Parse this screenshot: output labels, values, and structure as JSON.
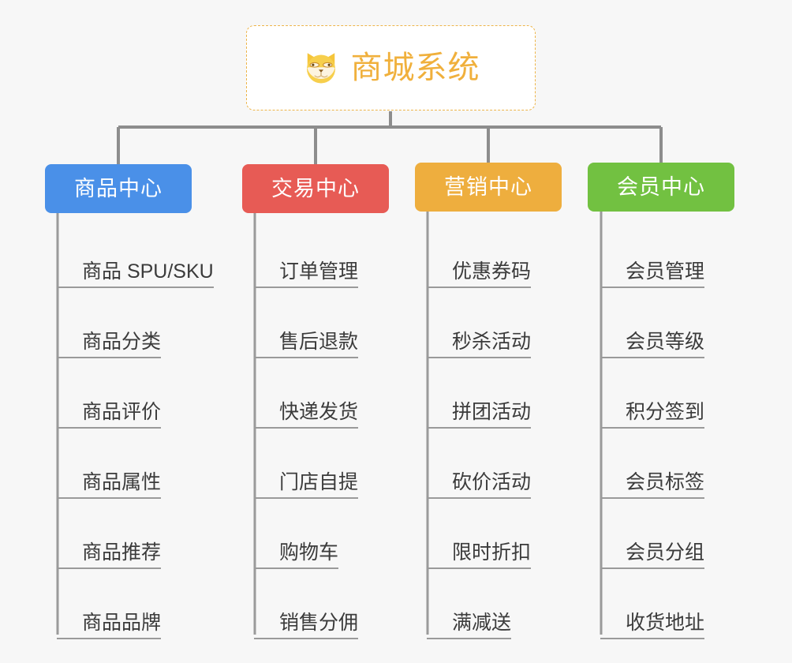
{
  "page": {
    "background_color": "#f7f7f7",
    "type": "mind-map",
    "orientation": "top-down"
  },
  "root": {
    "title": "商城系统",
    "icon": "shiba-dog-icon",
    "text_color": "#f0b03c",
    "border_color": "#edb54a",
    "background_color": "#ffffff"
  },
  "connector_color": "#8d8d8d",
  "branches": [
    {
      "label": "商品中心",
      "color": "#4a90e8",
      "leaves": [
        "商品 SPU/SKU",
        "商品分类",
        "商品评价",
        "商品属性",
        "商品推荐",
        "商品品牌"
      ]
    },
    {
      "label": "交易中心",
      "color": "#e75b55",
      "leaves": [
        "订单管理",
        "售后退款",
        "快递发货",
        "门店自提",
        "购物车",
        "销售分佣"
      ]
    },
    {
      "label": "营销中心",
      "color": "#eeae3e",
      "leaves": [
        "优惠券码",
        "秒杀活动",
        "拼团活动",
        "砍价活动",
        "限时折扣",
        "满减送"
      ]
    },
    {
      "label": "会员中心",
      "color": "#72c141",
      "leaves": [
        "会员管理",
        "会员等级",
        "积分签到",
        "会员标签",
        "会员分组",
        "收货地址"
      ]
    }
  ]
}
